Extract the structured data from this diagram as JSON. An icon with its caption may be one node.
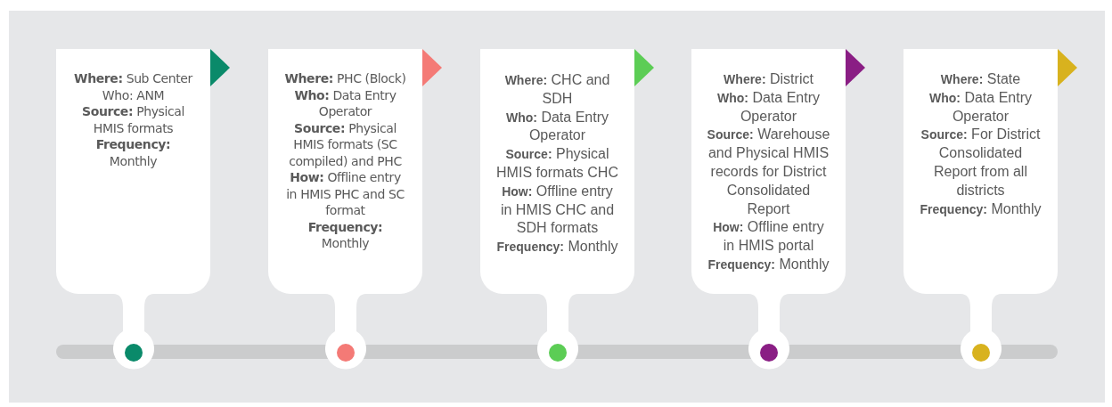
{
  "diagram": {
    "nodes": [
      {
        "text": [
          "**Where:** Sub Center",
          "Who: ANM",
          "**Source:** Physical HMIS formats",
          "**Frequency:** Monthly"
        ]
      },
      {
        "text": [
          "**Where:** PHC (Block)",
          "**Who:** Data Entry Operator",
          "**Source:** Physical HMIS formats (SC compiled) and PHC",
          "**How:** Offline entry in HMIS PHC and SC format",
          "**Frequency:** Monthly"
        ]
      },
      {
        "text": [
          "**Where:** CHC and SDH",
          "**Who:** Data Entry Operator",
          "**Source:** Physical HMIS formats CHC",
          "**How:** Offline entry in HMIS CHC and SDH formats",
          "**Frequency:** Monthly"
        ]
      },
      {
        "text": [
          "**Where:** District",
          "**Who:** Data Entry Operator",
          "**Source:** Warehouse and Physical HMIS records for District Consolidated Report",
          "**How:** Offline entry in HMIS portal",
          "**Frequency:** Monthly"
        ]
      },
      {
        "text": [
          "**Where:** State",
          "**Who:** Data Entry Operator",
          "**Source:** For District Consolidated Report from all districts",
          "**Frequency:** Monthly"
        ]
      }
    ]
  }
}
